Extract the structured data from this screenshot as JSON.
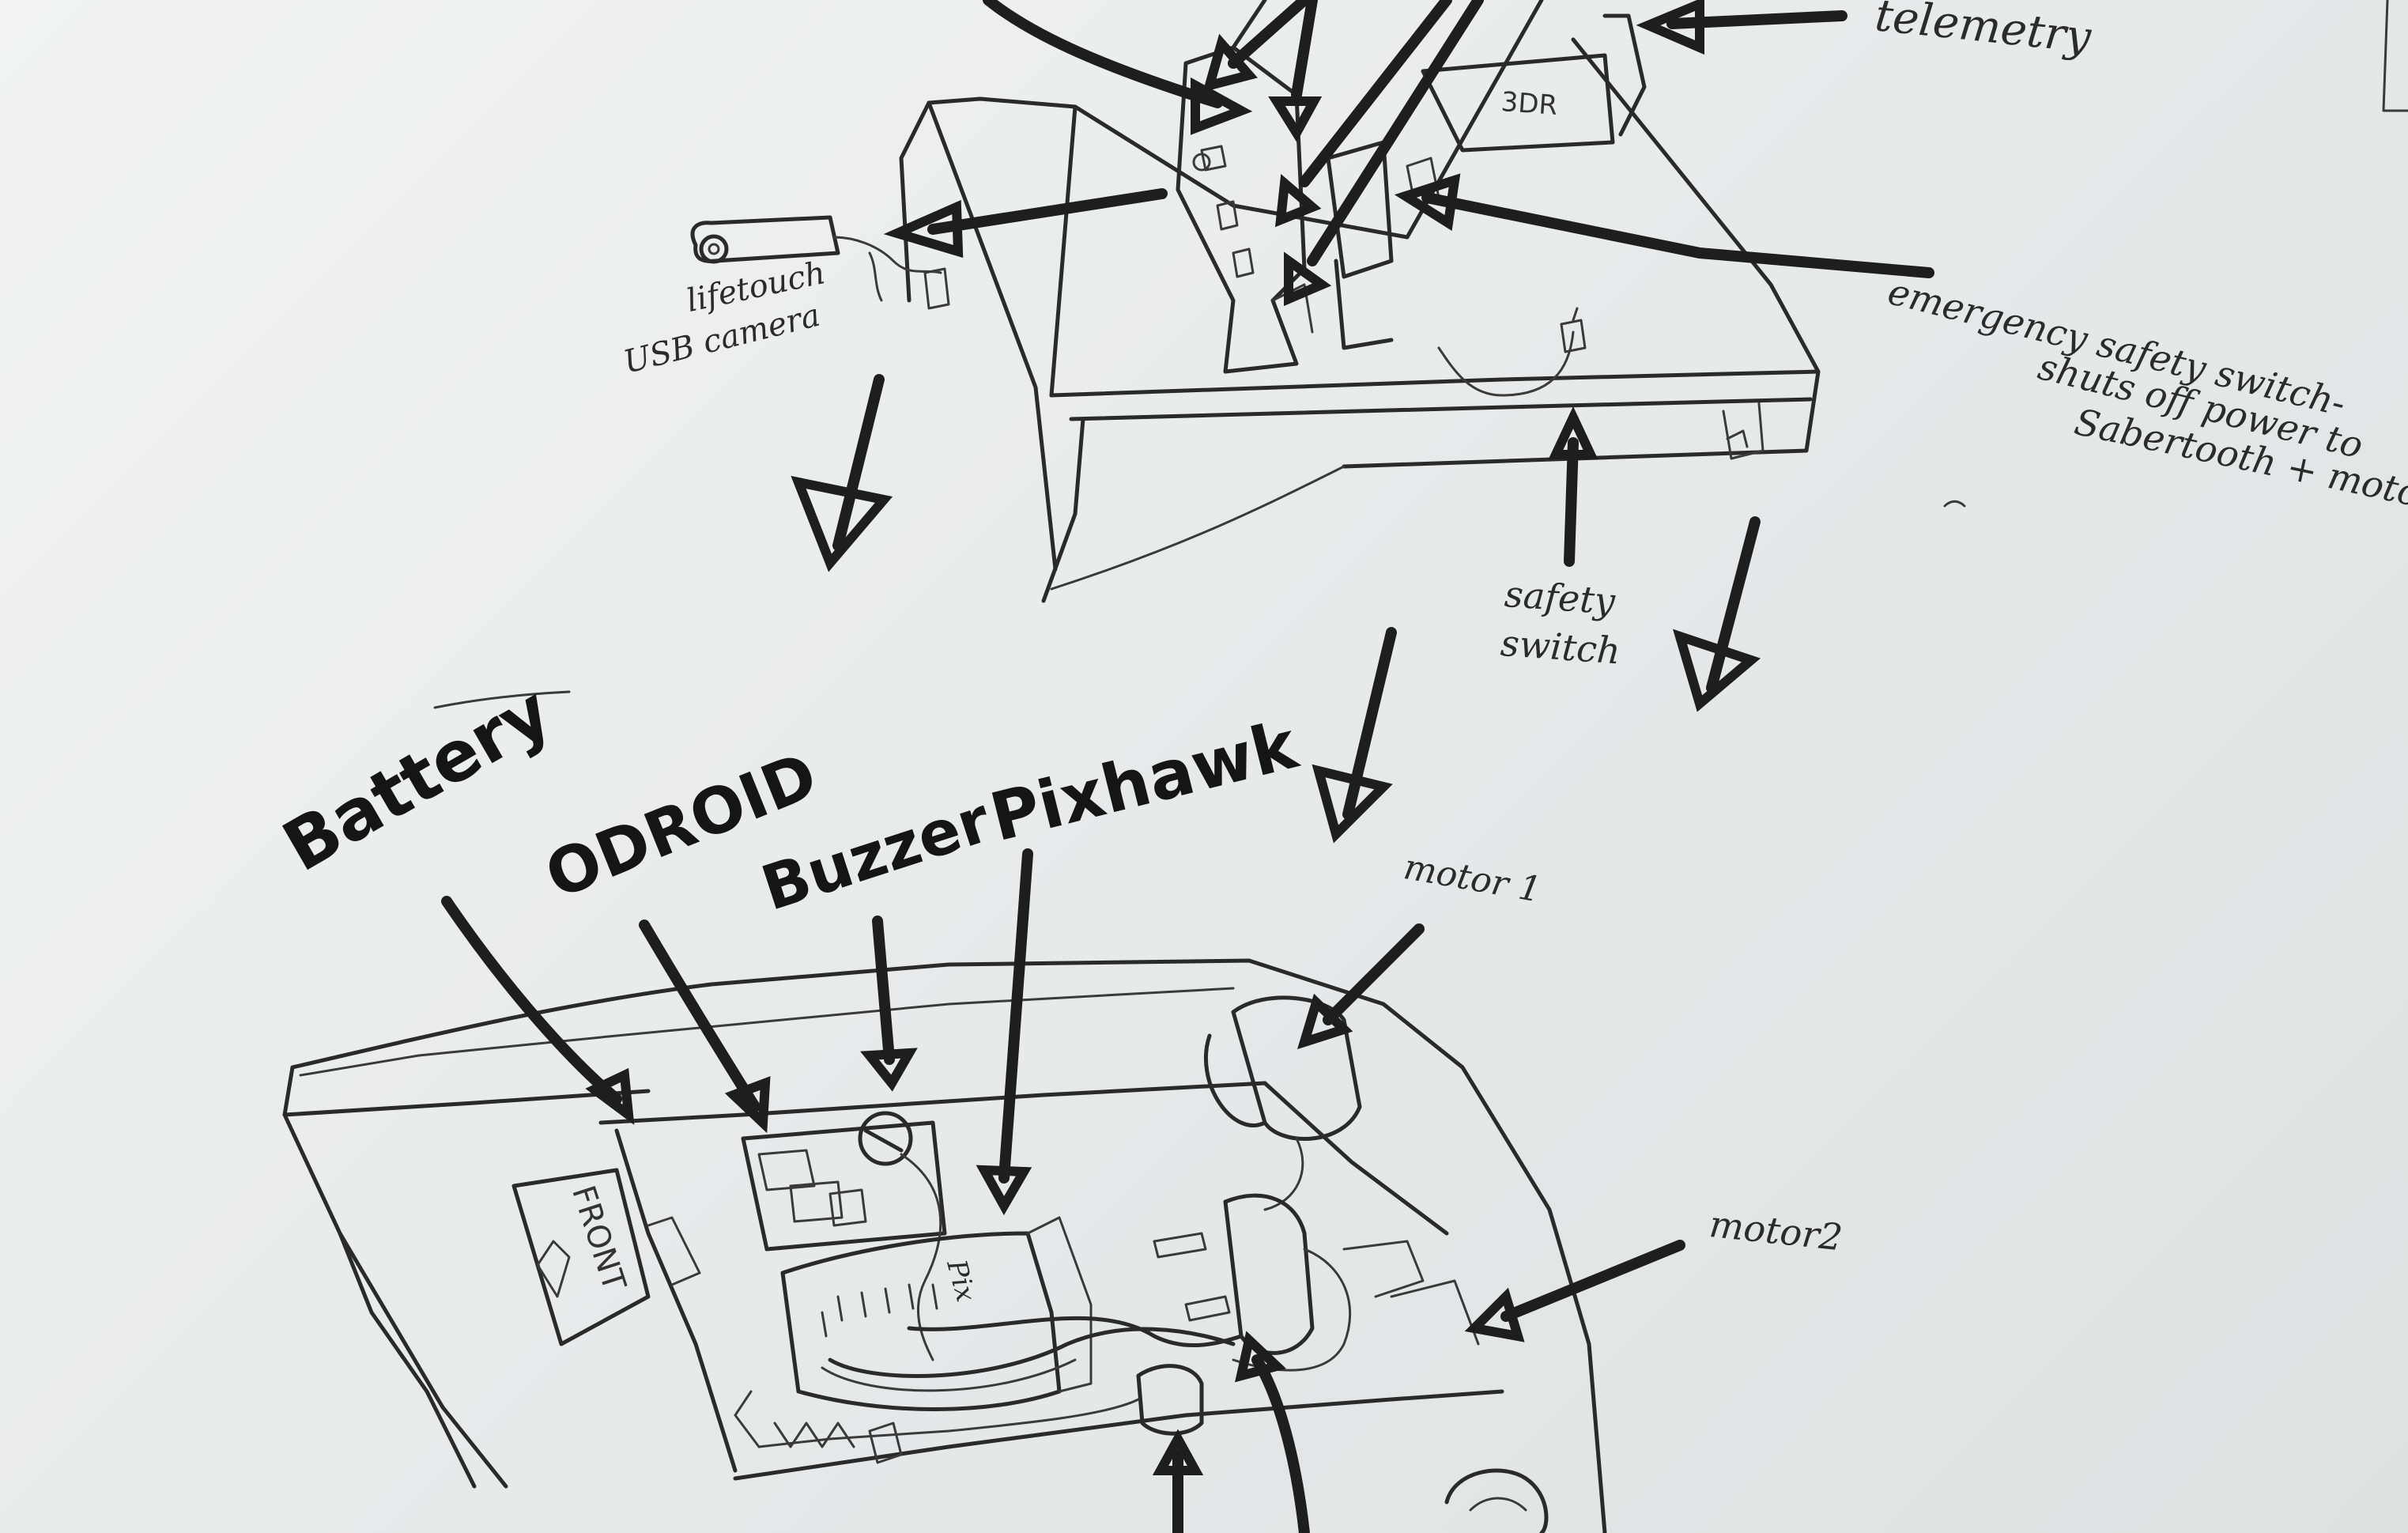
{
  "labels": {
    "telemetry": "telemetry",
    "three_dr": "3DR",
    "lifetouch_usb_camera_line1": "lifetouch",
    "lifetouch_usb_camera_line2": "USB camera",
    "emergency_line1": "emergency safety switch-",
    "emergency_line2": "shuts off power to",
    "emergency_line3": "Sabertooth + motors",
    "safety_switch_line1": "safety",
    "safety_switch_line2": "switch",
    "battery": "Battery",
    "odroid": "ODROID",
    "buzzer": "Buzzer",
    "pixhawk": "Pixhawk",
    "motor1": "motor 1",
    "motor2": "motor2",
    "front": "FRONT",
    "pix": "Pix"
  },
  "colors": {
    "paper": "#eceeef",
    "ink": "#1e1e1e",
    "pencil": "#3a3a3a"
  }
}
